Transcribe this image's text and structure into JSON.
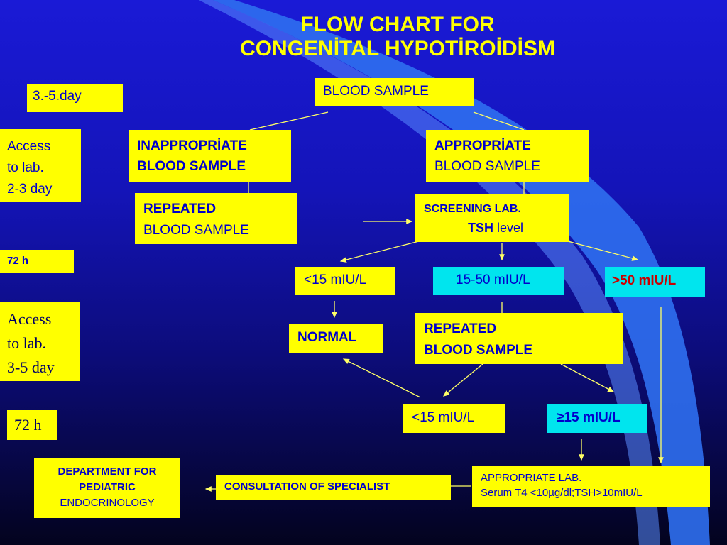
{
  "title": {
    "line1": "FLOW CHART FOR",
    "line2": "CONGENİTAL HYPOTİROİDİSM"
  },
  "timeline": {
    "day35": "3.-5.day",
    "access1_l1": "Access",
    "access1_l2": "to lab.",
    "access1_l3": "2-3 day",
    "h72a": "72 h",
    "access2_l1": "Access",
    "access2_l2": "to lab.",
    "access2_l3": "3-5 day",
    "h72b": "72 h"
  },
  "flow": {
    "blood_sample": "BLOOD SAMPLE",
    "inappropriate_l1": "INAPPROPRİATE",
    "inappropriate_l2": "BLOOD SAMPLE",
    "appropriate_l1": "APPROPRİATE",
    "appropriate_l2": "BLOOD SAMPLE",
    "repeated1_l1": "REPEATED",
    "repeated1_l2": "BLOOD SAMPLE",
    "screening_l1": "SCREENING LAB.",
    "screening_l2a": "TSH",
    "screening_l2b": " level",
    "lt15_a": "<15 mIU/L",
    "mid_15_50": "15-50 mIU/L",
    "gt50": ">50 mIU/L",
    "normal": "NORMAL",
    "repeated2_l1": "REPEATED",
    "repeated2_l2": "BLOOD SAMPLE",
    "lt15_b": "<15 mIU/L",
    "ge15": "≥15 mIU/L",
    "appropriate_lab_l1": "APPROPRIATE LAB.",
    "appropriate_lab_l2": "Serum T4 <10µg/dl;TSH>10mIU/L",
    "consultation": "CONSULTATION OF SPECIALIST",
    "dept_l1": "DEPARTMENT FOR",
    "dept_l2": "PEDIATRIC",
    "dept_l3": "ENDOCRINOLOGY"
  },
  "colors": {
    "background": "#1a1ad6",
    "box_yellow": "#ffff00",
    "box_cyan": "#00e5ee",
    "text_blue": "#0000cc",
    "text_red": "#cc0000",
    "title_yellow": "#ffff00",
    "connector": "#ffff66"
  }
}
